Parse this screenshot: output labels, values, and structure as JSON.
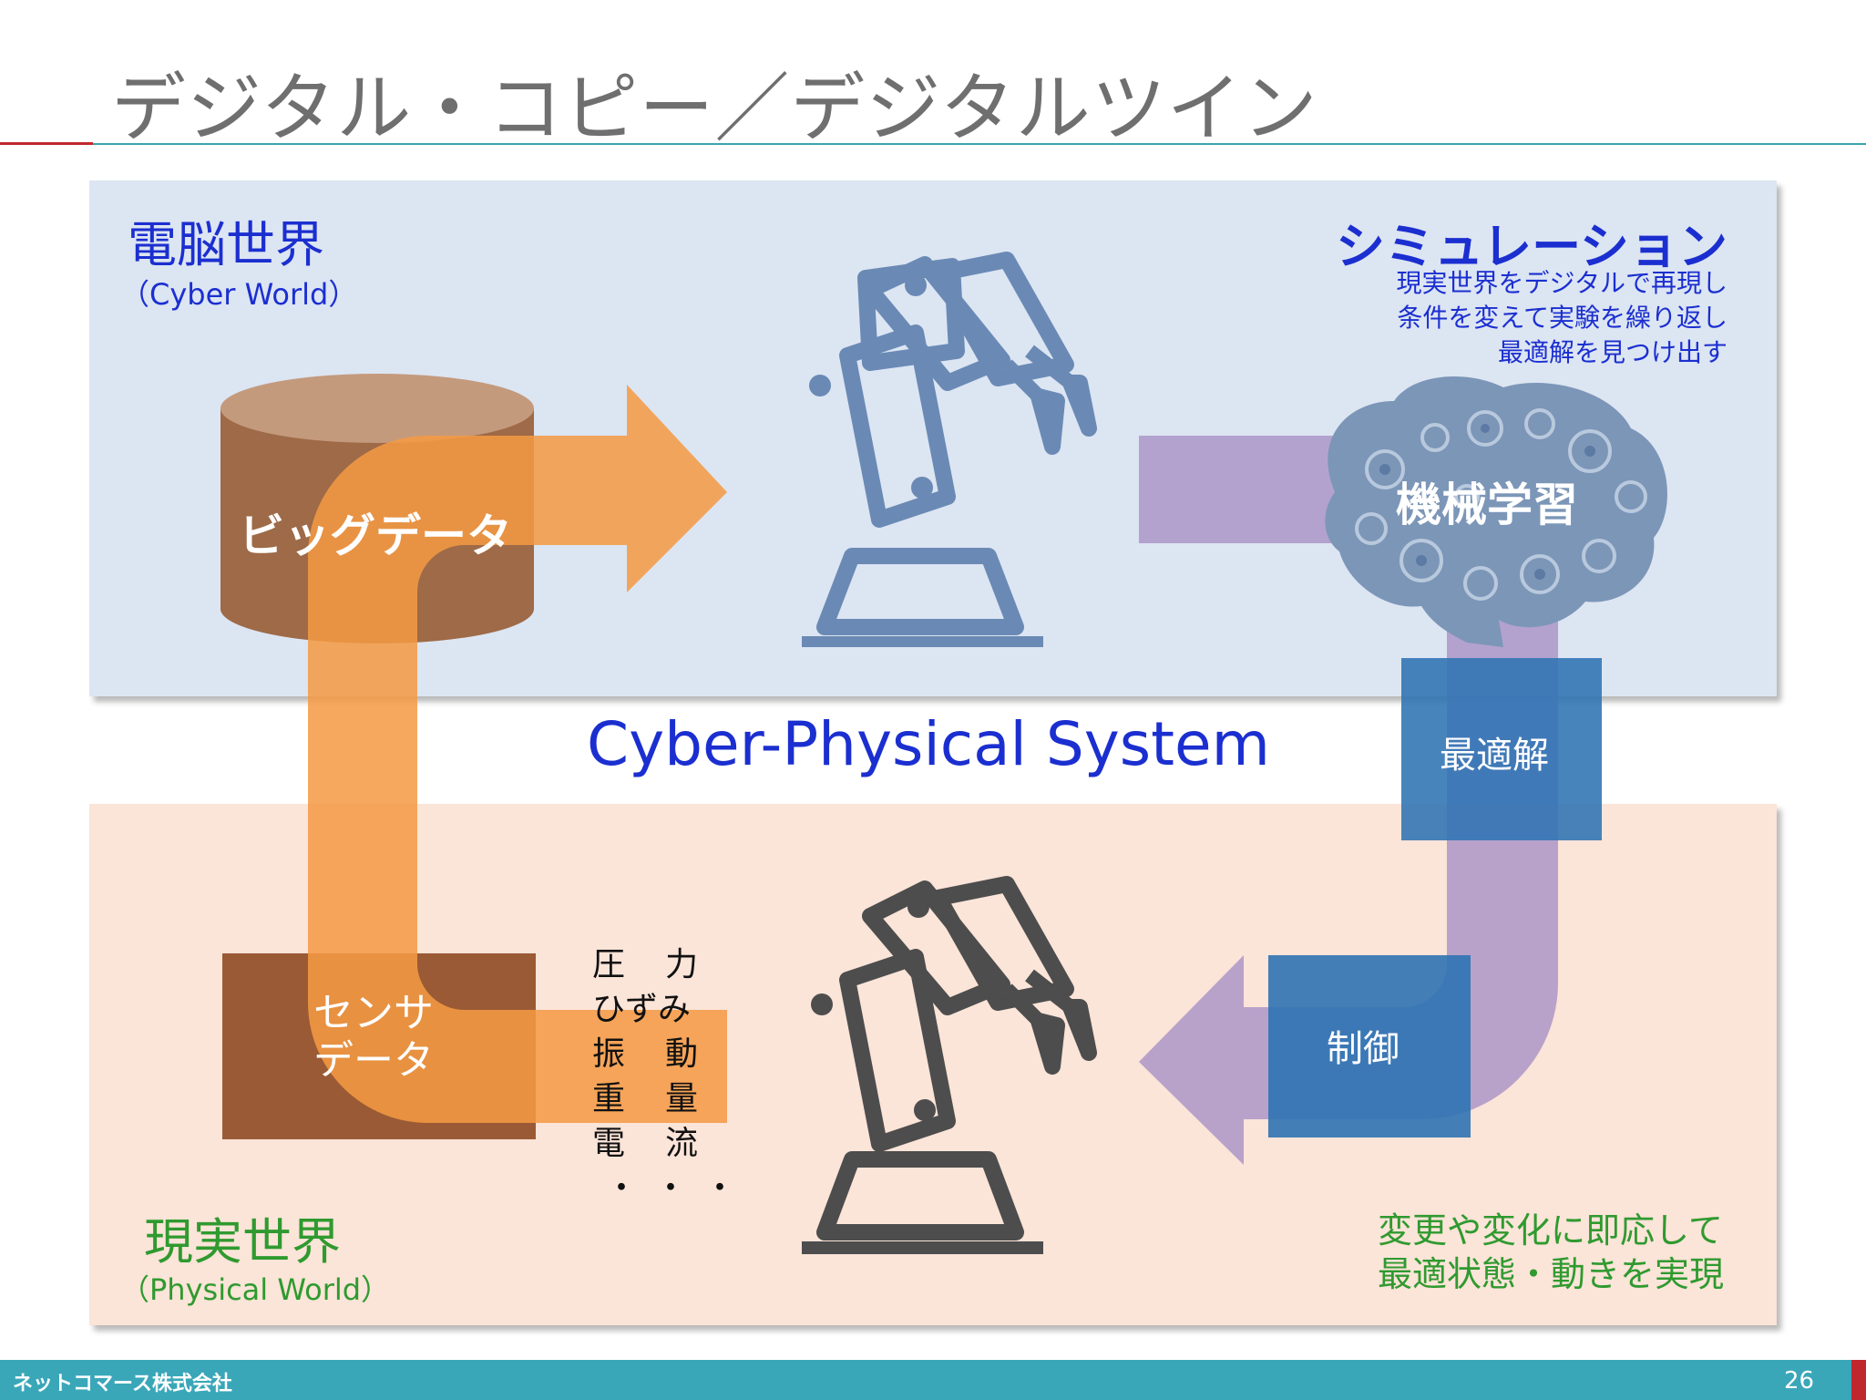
{
  "slide": {
    "title": "デジタル・コピー／デジタルツイン",
    "page_number": "26",
    "company": "ネットコマース株式会社"
  },
  "cyber": {
    "heading": "電脳世界",
    "subheading": "（Cyber World）",
    "bigdata_label": "ビッグデータ",
    "ml_label": "機械学習",
    "simulation": {
      "heading": "シミュレーション",
      "lines": [
        "現実世界をデジタルで再現し",
        "条件を変えて実験を繰り返し",
        "最適解を見つけ出す"
      ]
    }
  },
  "system_label": "Cyber-Physical System",
  "optimal_label": "最適解",
  "control_label": "制御",
  "physical": {
    "heading": "現実世界",
    "subheading": "（Physical World）",
    "sensor_lines": [
      "センサ",
      "データ"
    ],
    "measurements": [
      {
        "a": "圧",
        "b": "力"
      },
      {
        "a": "ひずみ",
        "b": ""
      },
      {
        "a": "振",
        "b": "動"
      },
      {
        "a": "重",
        "b": "量"
      },
      {
        "a": "電",
        "b": "流"
      },
      {
        "a": "・・・",
        "b": ""
      }
    ],
    "result_lines": [
      "変更や変化に即応して",
      "最適状態・動きを実現"
    ]
  },
  "colors": {
    "orange_arrow": "#f59a44",
    "brown_box": "#9a5a35",
    "purple_arrow": "#ab97c8",
    "blue_box": "#2f73b3",
    "cyber_robot": "#6a8ab5",
    "physical_robot": "#4d4d4d",
    "cyber_text": "#1b2fd0",
    "physical_text": "#2f9a2f"
  },
  "icons": [
    "robot-arm-icon",
    "robot-arm-icon",
    "brain-gears-icon",
    "database-cylinder-icon"
  ]
}
